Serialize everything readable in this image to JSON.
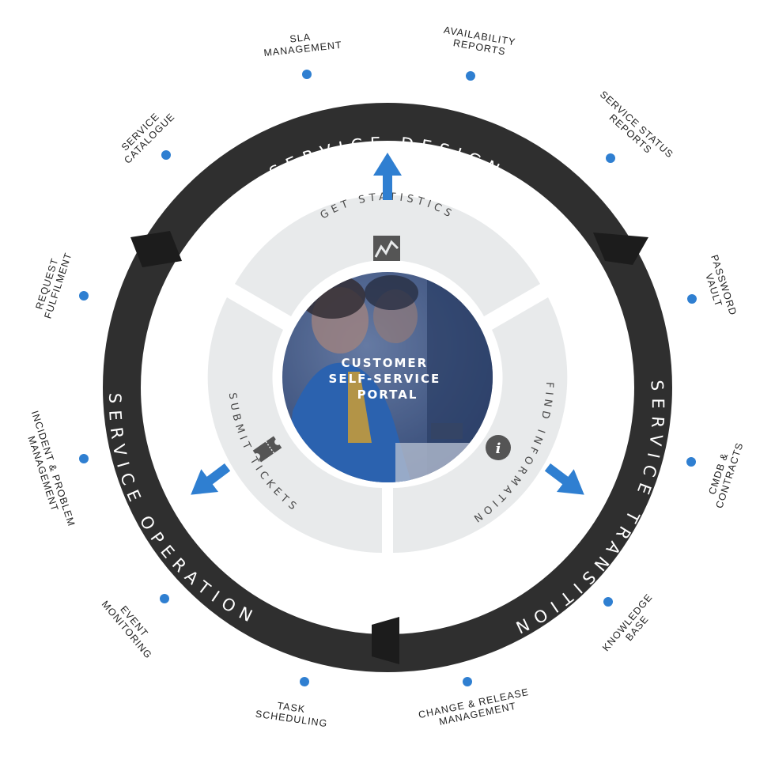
{
  "colors": {
    "ring": "#2f2f2f",
    "ring_shadow": "#1c1c1c",
    "segment": "#e8eaeb",
    "accent": "#2f7fd1",
    "dot": "#2f7fd1",
    "icon": "#555555",
    "center_bg": "#4a5f8a"
  },
  "ring": {
    "design": "SERVICE DESIGN",
    "transition": "SERVICE TRANSITION",
    "operation": "SERVICE OPERATION"
  },
  "segments": {
    "statistics": "GET STATISTICS",
    "tickets": "SUBMIT TICKETS",
    "information": "FIND INFORMATION"
  },
  "icons": {
    "statistics": "line-chart-icon",
    "tickets": "ticket-icon",
    "information": "info-icon"
  },
  "center": {
    "line1": "CUSTOMER",
    "line2": "SELF-SERVICE",
    "line3": "PORTAL"
  },
  "outer": {
    "sla_management": [
      "SLA",
      "MANAGEMENT"
    ],
    "availability_reports": [
      "AVAILABILITY",
      "REPORTS"
    ],
    "service_status_reports": [
      "SERVICE STATUS",
      "REPORTS"
    ],
    "password_vault": [
      "PASSWORD",
      "VAULT"
    ],
    "cmdb_contracts": [
      "CMDB &",
      "CONTRACTS"
    ],
    "knowledge_base": [
      "KNOWLEDGE",
      "BASE"
    ],
    "change_release": [
      "CHANGE & RELEASE",
      "MANAGEMENT"
    ],
    "task_scheduling": [
      "TASK",
      "SCHEDULING"
    ],
    "event_monitoring": [
      "EVENT",
      "MONITORING"
    ],
    "incident_problem": [
      "INCIDENT & PROBLEM",
      "MANAGEMENT"
    ],
    "request_fulfilment": [
      "REQUEST",
      "FULFILMENT"
    ],
    "service_catalogue": [
      "SERVICE",
      "CATALOGUE"
    ]
  }
}
